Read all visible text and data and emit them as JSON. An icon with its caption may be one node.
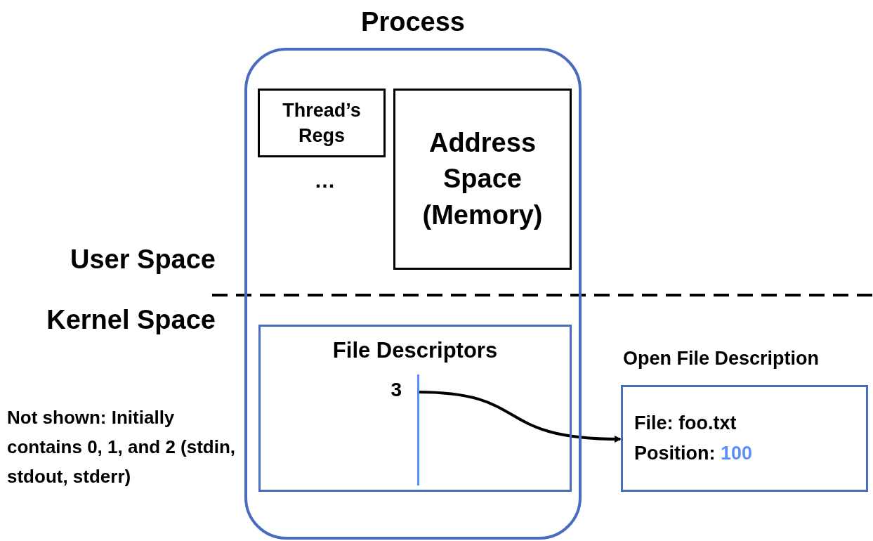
{
  "diagram": {
    "nodes": [
      {
        "text": [
          "Process"
        ]
      },
      {
        "text": [
          "Thread’s Regs"
        ],
        "in": 0
      },
      {
        "text": [
          "Address Space (Memory)"
        ],
        "in": 0
      },
      {
        "text": [
          "File Descriptors"
        ],
        "in": 0
      },
      {
        "text": [
          "3"
        ],
        "in": 3
      },
      {
        "text": [
          "Open File Description",
          "File: foo.txt",
          "Position: 100"
        ]
      }
    ],
    "edges": [
      {
        "from": 4,
        "to": 5,
        "arrow": "to"
      }
    ],
    "labels": [
      "…",
      "User Space",
      "Kernel Space",
      "Not shown: Initially contains 0, 1, and 2 (stdin, stdout, stderr)"
    ]
  }
}
